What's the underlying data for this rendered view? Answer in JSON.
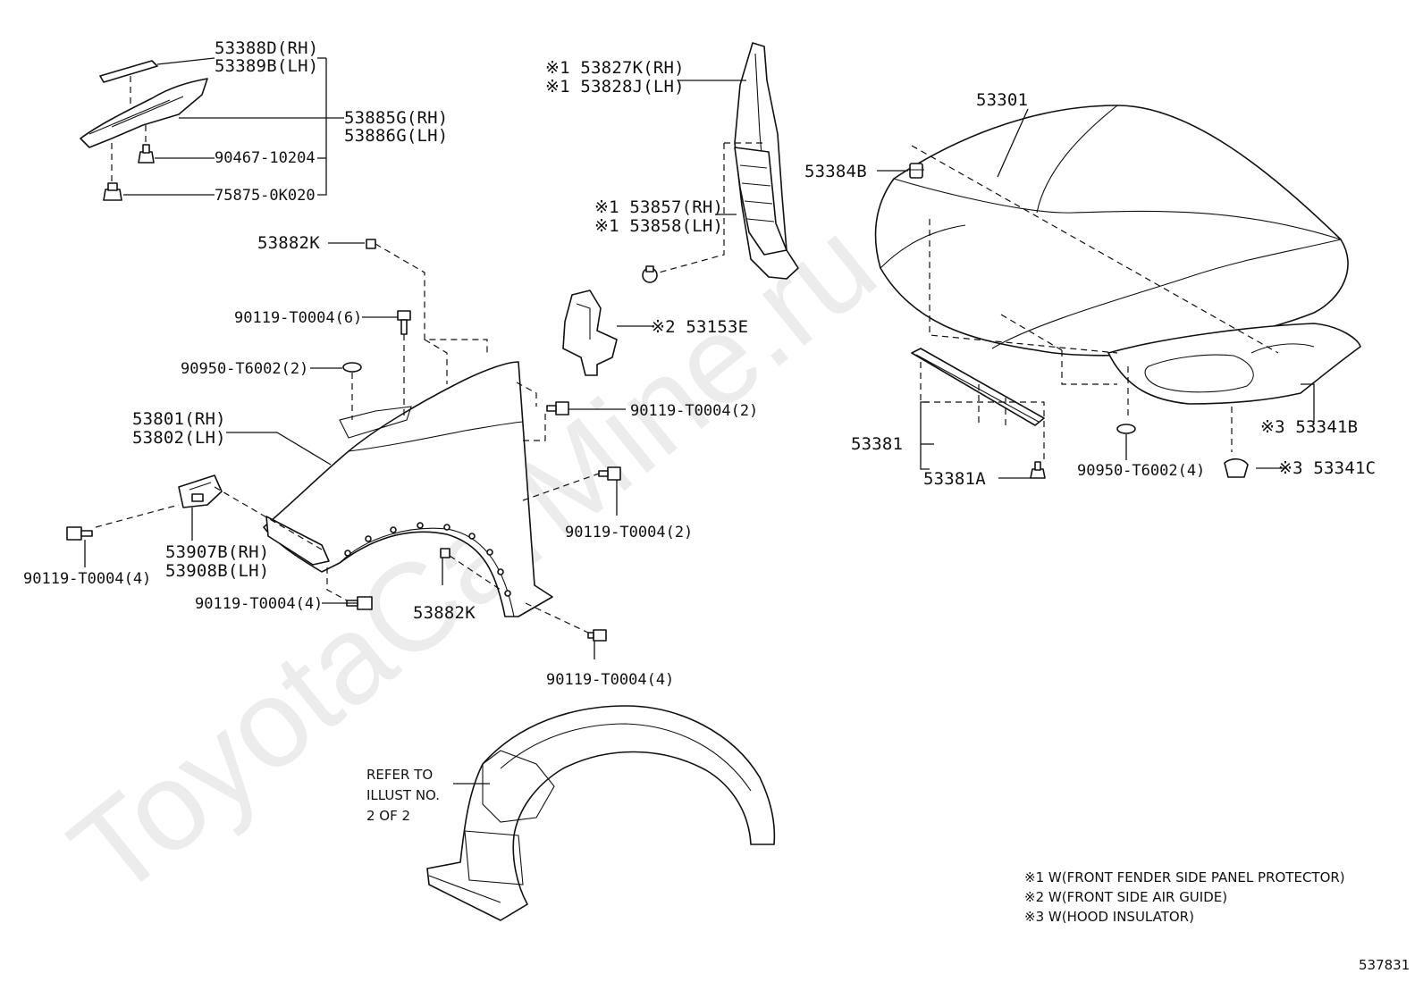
{
  "watermark": "ToyotaCarMine.ru",
  "diagram_id": "537831",
  "notes": [
    "※1 W(FRONT FENDER SIDE PANEL PROTECTOR)",
    "※2 W(FRONT SIDE AIR GUIDE)",
    "※3 W(HOOD INSULATOR)"
  ],
  "refer_label": [
    "REFER TO",
    "ILLUST NO.",
    "2 OF 2"
  ],
  "labels": {
    "p53388D": "53388D(RH)",
    "p53389B": "53389B(LH)",
    "p53885G": "53885G(RH)",
    "p53886G": "53886G(LH)",
    "p90467": "90467-10204",
    "p75875": "75875-0K020",
    "p53882K_top": "53882K",
    "p90119_6": "90119-T0004(6)",
    "p90950_2": "90950-T6002(2)",
    "p53801": "53801(RH)",
    "p53802": "53802(LH)",
    "p53907B": "53907B(RH)",
    "p53908B": "53908B(LH)",
    "p90119_4_left": "90119-T0004(4)",
    "p90119_4_mid": "90119-T0004(4)",
    "p53882K_bot": "53882K",
    "p90119_4_bot": "90119-T0004(4)",
    "p90119_2_right": "90119-T0004(2)",
    "p90119_2_top": "90119-T0004(2)",
    "p53827K": "※1 53827K(RH)",
    "p53828J": "※1 53828J(LH)",
    "p53857": "※1 53857(RH)",
    "p53858": "※1 53858(LH)",
    "p53153E": "※2 53153E",
    "p53301": "53301",
    "p53384B": "53384B",
    "p53381": "53381",
    "p53381A": "53381A",
    "p90950_4": "90950-T6002(4)",
    "p53341B": "※3 53341B",
    "p53341C": "※3 53341C"
  }
}
